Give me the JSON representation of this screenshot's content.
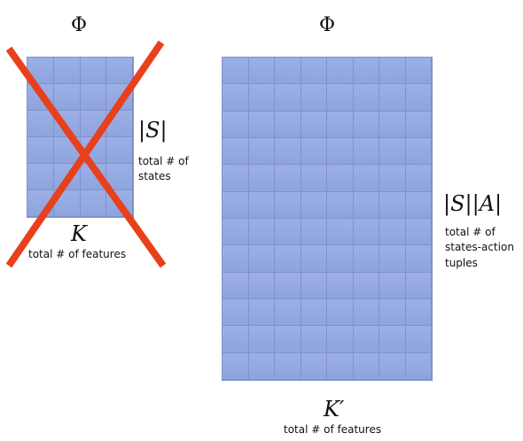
{
  "left_matrix": {
    "symbol": "Φ",
    "rows": 6,
    "cols": 4,
    "crossed_out": true,
    "cross_color": "#e8401c",
    "cell_color": "#9cb0e6",
    "row_label": "|S|",
    "row_caption_line1": "total # of",
    "row_caption_line2": "states",
    "col_label": "K",
    "col_caption": "total # of features"
  },
  "right_matrix": {
    "symbol": "Φ",
    "rows": 12,
    "cols": 8,
    "cell_color": "#9cb0e6",
    "row_label": "|S||A|",
    "row_caption_line1": "total # of",
    "row_caption_line2": "states-action",
    "row_caption_line3": "tuples",
    "col_label": "K′",
    "col_caption": "total # of features"
  }
}
